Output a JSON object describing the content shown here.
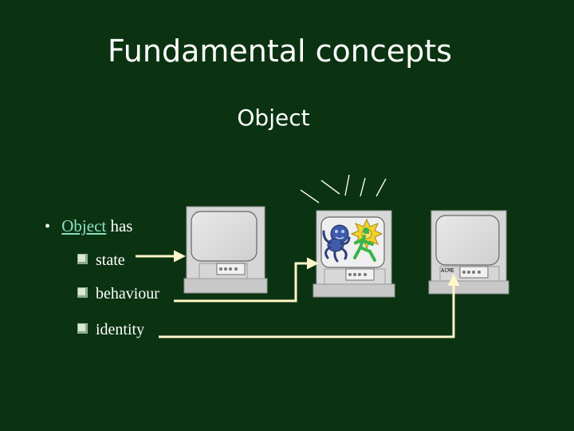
{
  "slide": {
    "title": "Fundamental concepts",
    "subtitle": "Object",
    "bullet": {
      "link": "Object",
      "suffix": " has"
    },
    "items": [
      {
        "label": "state"
      },
      {
        "label": "behaviour"
      },
      {
        "label": "identity"
      }
    ],
    "computer_tag": "ACME",
    "colors": {
      "background": "#0b3312",
      "text": "#ffffff",
      "link": "#8be0c4",
      "arrow": "#fff7c9",
      "monitor": "#d7d7d7",
      "spider": "#3f5ba9",
      "sun": "#f3d12a",
      "figure": "#39b54a"
    },
    "icons": [
      "monitor-icon",
      "spider-icon",
      "sun-icon",
      "dancing-figure-icon",
      "arrow-icon",
      "checkbox-bullet-icon"
    ]
  }
}
